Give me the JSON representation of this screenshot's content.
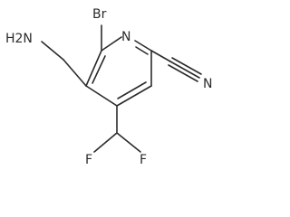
{
  "molecule": {
    "atoms": {
      "bromine": "Br",
      "ring_nitrogen": "N",
      "nitrile_nitrogen": "N",
      "amine_group": "H2N",
      "fluorine_left": "F",
      "fluorine_right": "F"
    },
    "bond_color": "#2b2b2b",
    "label_color": "#2b2b2b"
  }
}
